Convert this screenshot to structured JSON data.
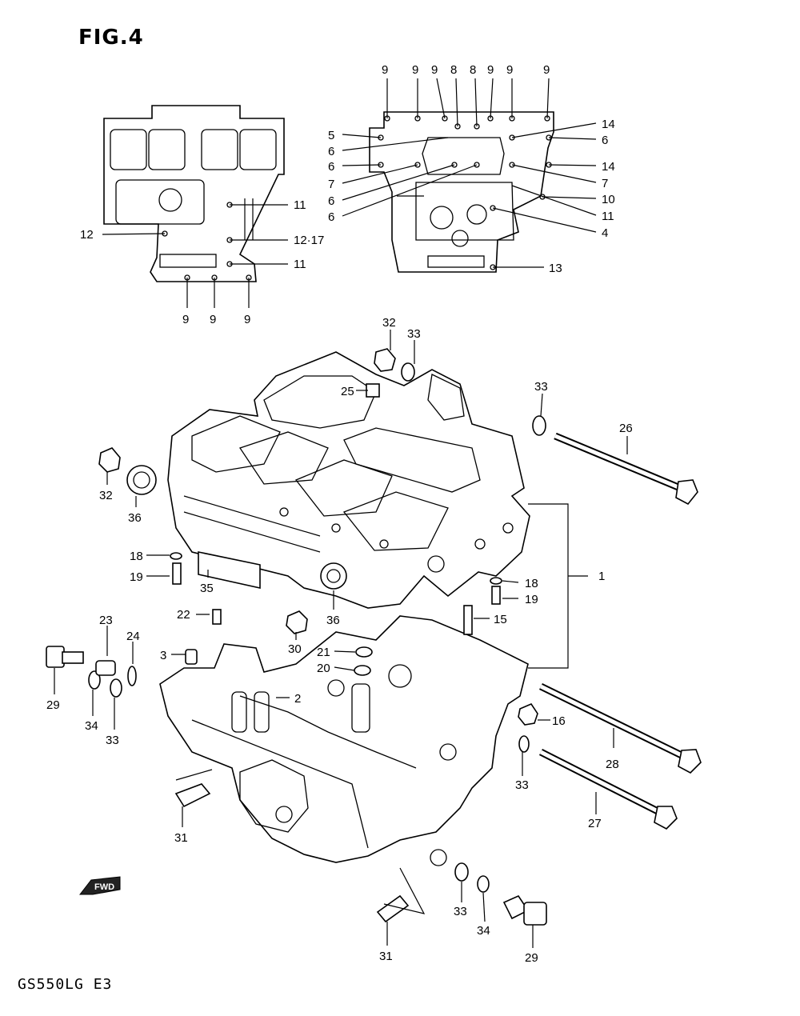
{
  "header": {
    "figure_title": "FIG.4"
  },
  "footer": {
    "model_code": "GS550LG E3",
    "fwd_label": "FWD"
  },
  "callouts": {
    "upper_left": [
      "9",
      "9",
      "9",
      "11",
      "12·17",
      "11",
      "12"
    ],
    "upper_right": [
      "9",
      "9",
      "9",
      "8",
      "8",
      "9",
      "9",
      "9",
      "5",
      "6",
      "6",
      "7",
      "6",
      "6",
      "14",
      "6",
      "14",
      "7",
      "10",
      "11",
      "4",
      "13"
    ],
    "main": [
      "32",
      "33",
      "25",
      "33",
      "26",
      "32",
      "36",
      "18",
      "19",
      "35",
      "1",
      "18",
      "19",
      "36",
      "22",
      "15",
      "30",
      "23",
      "24",
      "3",
      "21",
      "20",
      "2",
      "29",
      "34",
      "33",
      "16",
      "28",
      "33",
      "27",
      "31",
      "33",
      "34",
      "29",
      "31"
    ]
  }
}
